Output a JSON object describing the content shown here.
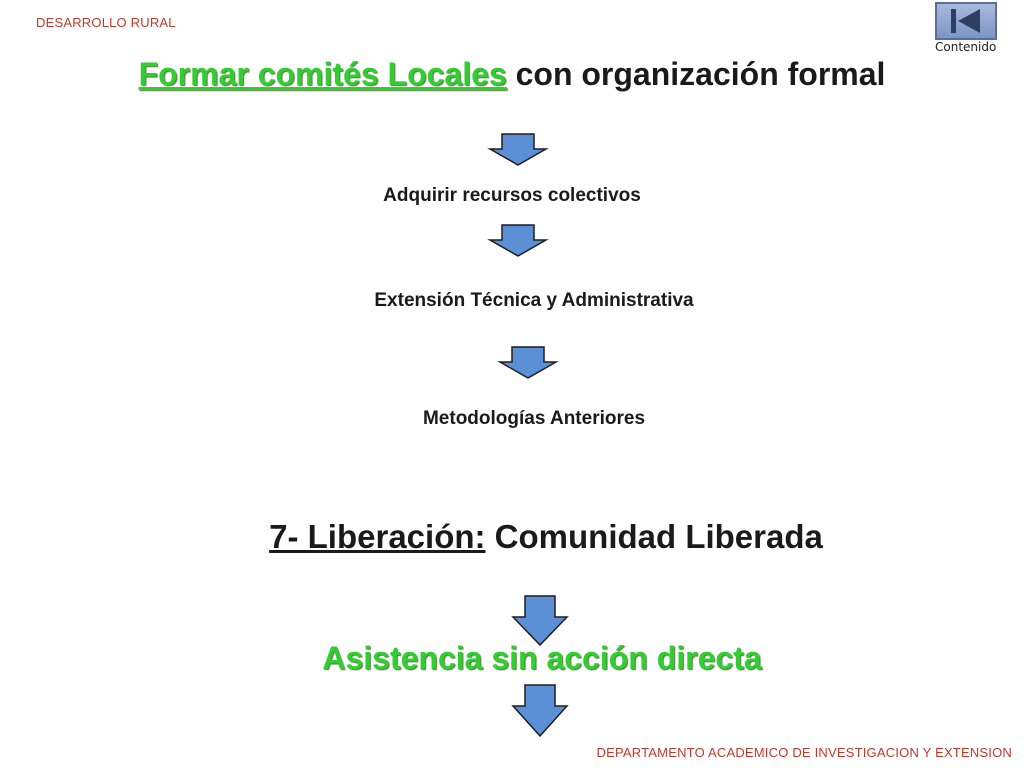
{
  "header": {
    "text": "DESARROLLO RURAL"
  },
  "nav": {
    "caption": "Contenido",
    "icon": "first-page-icon"
  },
  "title": {
    "highlight": "Formar comités Locales",
    "rest": " con organización formal"
  },
  "steps": [
    "Adquirir recursos colectivos",
    "Extensión Técnica y Administrativa",
    "Metodologías Anteriores"
  ],
  "section": {
    "number_label": "7- Liberación:",
    "rest": " Comunidad Liberada"
  },
  "assist": {
    "text": "Asistencia sin acción directa"
  },
  "footer": {
    "text": "DEPARTAMENTO ACADEMICO DE INVESTIGACION Y EXTENSION"
  },
  "colors": {
    "accent_green": "#33cc33",
    "arrow_fill": "#5b8fd6",
    "label_red": "#c0392b"
  }
}
